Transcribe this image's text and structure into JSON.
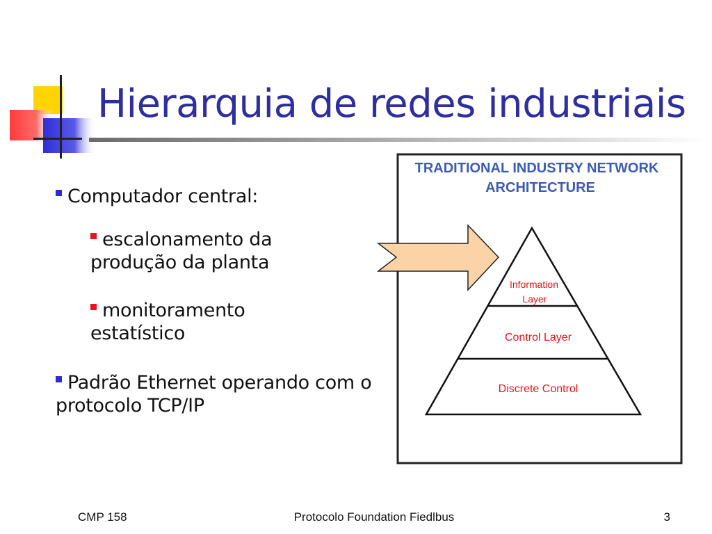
{
  "slide": {
    "title": "Hierarquia de redes industriais",
    "bullets": [
      {
        "text": "Computador central:"
      },
      {
        "text": "escalonamento da produção da planta"
      },
      {
        "text": "monitoramento estatístico"
      },
      {
        "text": "Padrão Ethernet operando com o protocolo TCP/IP"
      }
    ],
    "figure": {
      "heading_line1": "TRADITIONAL INDUSTRY NETWORK",
      "heading_line2": "ARCHITECTURE",
      "layer_top_line1": "Information",
      "layer_top_line2": "Layer",
      "layer_middle": "Control Layer",
      "layer_bottom": "Discrete Control"
    },
    "footer": {
      "left": "CMP 158",
      "center": "Protocolo Foundation Fiedlbus",
      "right": "3"
    },
    "colors": {
      "title": "#2e2e9e",
      "figure_heading": "#3b5bb5",
      "layer_text": "#e8141b",
      "arrow_fill": "#fcd3a6",
      "bullet_level1": "#2e2ed0",
      "bullet_level2": "#e8141b"
    }
  }
}
